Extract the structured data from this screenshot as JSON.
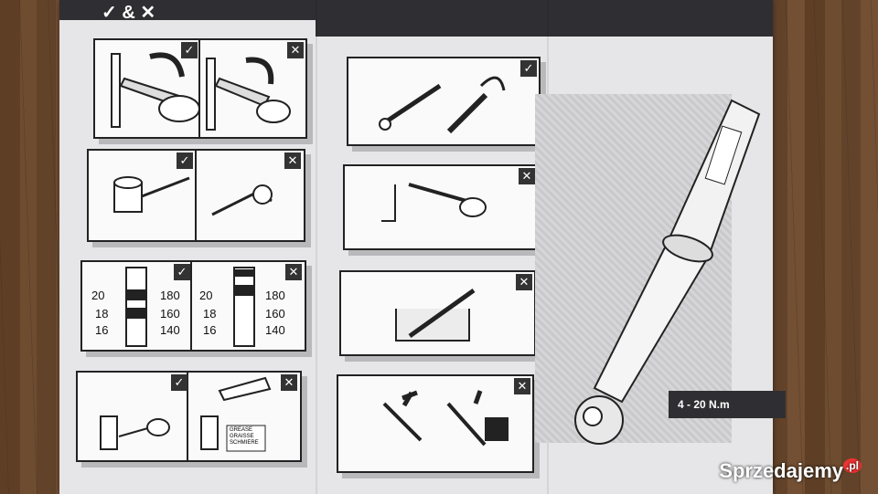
{
  "header": {
    "title": "✓ & ✕"
  },
  "scale": {
    "left_nums": [
      "20",
      "18",
      "16"
    ],
    "right_nums": [
      "180",
      "160",
      "140"
    ]
  },
  "grease_label": [
    "GREASE",
    "GRAISSE",
    "SCHMIERE"
  ],
  "range": "4 - 20 N.m",
  "watermark": "Sprzedajemy",
  "watermark_suffix": ".pl",
  "marks": {
    "ok": "✓",
    "bad": "✕"
  },
  "colors": {
    "paper": "#e6e6e8",
    "bar": "#2f2f33",
    "wood": "#6b4a2e"
  }
}
